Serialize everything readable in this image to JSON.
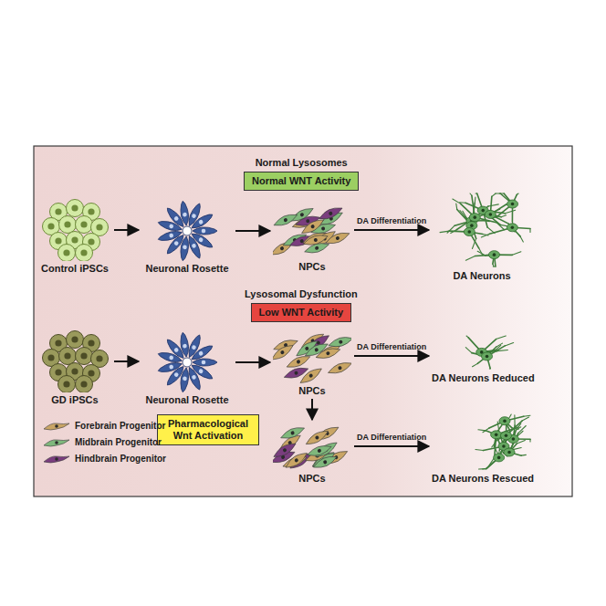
{
  "diagram": {
    "nodes": [
      {
        "text": [
          "Normal Lysosomes",
          "Normal WNT Activity"
        ]
      },
      {
        "text": [
          "Control iPSCs"
        ]
      },
      {
        "text": [
          "Neuronal Rosette"
        ]
      },
      {
        "text": [
          "NPCs"
        ]
      },
      {
        "text": [
          "DA Neurons"
        ]
      },
      {
        "text": [
          "Lysosomal Dysfunction",
          "Low WNT Activity"
        ]
      },
      {
        "text": [
          "GD iPSCs"
        ]
      },
      {
        "text": [
          "Neuronal Rosette"
        ]
      },
      {
        "text": [
          "NPCs"
        ]
      },
      {
        "text": [
          "DA Neurons Reduced"
        ]
      },
      {
        "text": [
          "Pharmacological Wnt Activation"
        ]
      },
      {
        "text": [
          "NPCs"
        ]
      },
      {
        "text": [
          "DA Neurons Rescued"
        ]
      }
    ],
    "edges": [
      {
        "from": 1,
        "to": 2,
        "arrow": "to"
      },
      {
        "from": 2,
        "to": 3,
        "arrow": "to"
      },
      {
        "from": 3,
        "to": 4,
        "label": "DA Differentiation",
        "arrow": "to"
      },
      {
        "from": 6,
        "to": 7,
        "arrow": "to"
      },
      {
        "from": 7,
        "to": 8,
        "arrow": "to"
      },
      {
        "from": 8,
        "to": 9,
        "label": "DA Differentiation",
        "arrow": "to"
      },
      {
        "from": 8,
        "to": 11,
        "arrow": "to"
      },
      {
        "from": 11,
        "to": 12,
        "label": "DA Differentiation",
        "arrow": "to"
      }
    ],
    "legend": [
      {
        "text": "Forebrain Progenitor",
        "color": "#c9a565"
      },
      {
        "text": "Midbrain Progenitor",
        "color": "#7fb87c"
      },
      {
        "text": "Hindbrain Progenitor",
        "color": "#7a3d7e"
      }
    ]
  }
}
